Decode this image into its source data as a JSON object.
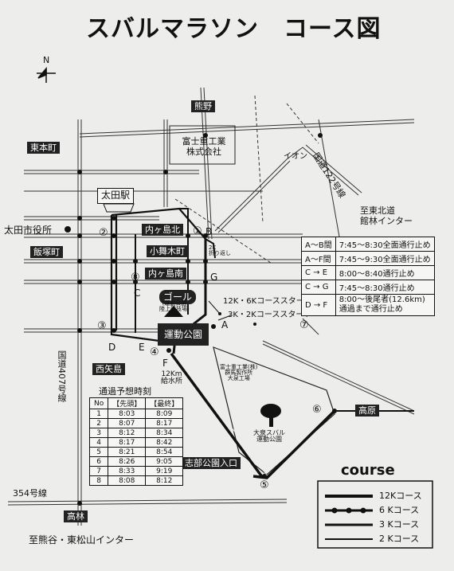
{
  "title": "スバルマラソン　コース図",
  "north": "N",
  "places": {
    "kumano": "熊野",
    "kitamachi": "東本町",
    "ota_station": "太田駅",
    "city_hall": "太田市役所",
    "iizuka": "飯塚町",
    "uchigashima_kita": "内ヶ島北",
    "komaigi": "小舞木町",
    "uchigashima_minami": "内ヶ島南",
    "nishiyajima": "西矢島",
    "shibu_park": "志部公園入口",
    "takahara": "高原",
    "takabayashi": "高林",
    "fuji_heavy": "富士重工業\n株式会社",
    "aeon": "イオン",
    "route122": "国道122号線",
    "tatebayashi_ic": "至東北道\n館林インター",
    "route407": "国道407号線",
    "route354": "354号線",
    "to_kumagaya": "至熊谷・東松山インター",
    "goal": "ゴール",
    "goal_sub": "(運動公園\n陸上競技場)",
    "park": "運動公園",
    "water_station": "12Km\n給水所",
    "fuji_factory": "富士重工業(株)\n群馬製作所\n大泉工場",
    "subaru_park": "大泉スバル\n運動公園",
    "turn_2k": "2K\n折り返し",
    "start_12k6k": "12K・6Kコーススタート",
    "start_3k2k": "3K・2Kコーススタート"
  },
  "points": [
    "A",
    "B",
    "C",
    "D",
    "E",
    "F",
    "G"
  ],
  "circled": [
    "①",
    "②",
    "③",
    "④",
    "⑤",
    "⑥",
    "⑦",
    "⑧"
  ],
  "restrictions": [
    {
      "sec": "A～B間",
      "time": "7:45～8:30全面通行止め"
    },
    {
      "sec": "A～F間",
      "time": "7:45～9:30全面通行止め"
    },
    {
      "sec": "C → E",
      "time": "8:00～8:40通行止め"
    },
    {
      "sec": "C → G",
      "time": "7:45～8:30通行止め"
    },
    {
      "sec": "D → F",
      "time": "8:00～後尾者(12.6km)\n通過まで通行止め"
    }
  ],
  "timetable": {
    "caption": "通過予想時刻",
    "headers": [
      "No",
      "【先頭】",
      "【最終】"
    ],
    "rows": [
      [
        "1",
        "8:03",
        "8:09"
      ],
      [
        "2",
        "8:07",
        "8:17"
      ],
      [
        "3",
        "8:12",
        "8:34"
      ],
      [
        "4",
        "8:17",
        "8:42"
      ],
      [
        "5",
        "8:21",
        "8:54"
      ],
      [
        "6",
        "8:26",
        "9:05"
      ],
      [
        "7",
        "8:33",
        "9:19"
      ],
      [
        "8",
        "8:08",
        "8:12"
      ]
    ]
  },
  "legend": {
    "title": "course",
    "items": [
      "12Kコース",
      "6 Kコース",
      "3 Kコース",
      "2 Kコース"
    ]
  }
}
